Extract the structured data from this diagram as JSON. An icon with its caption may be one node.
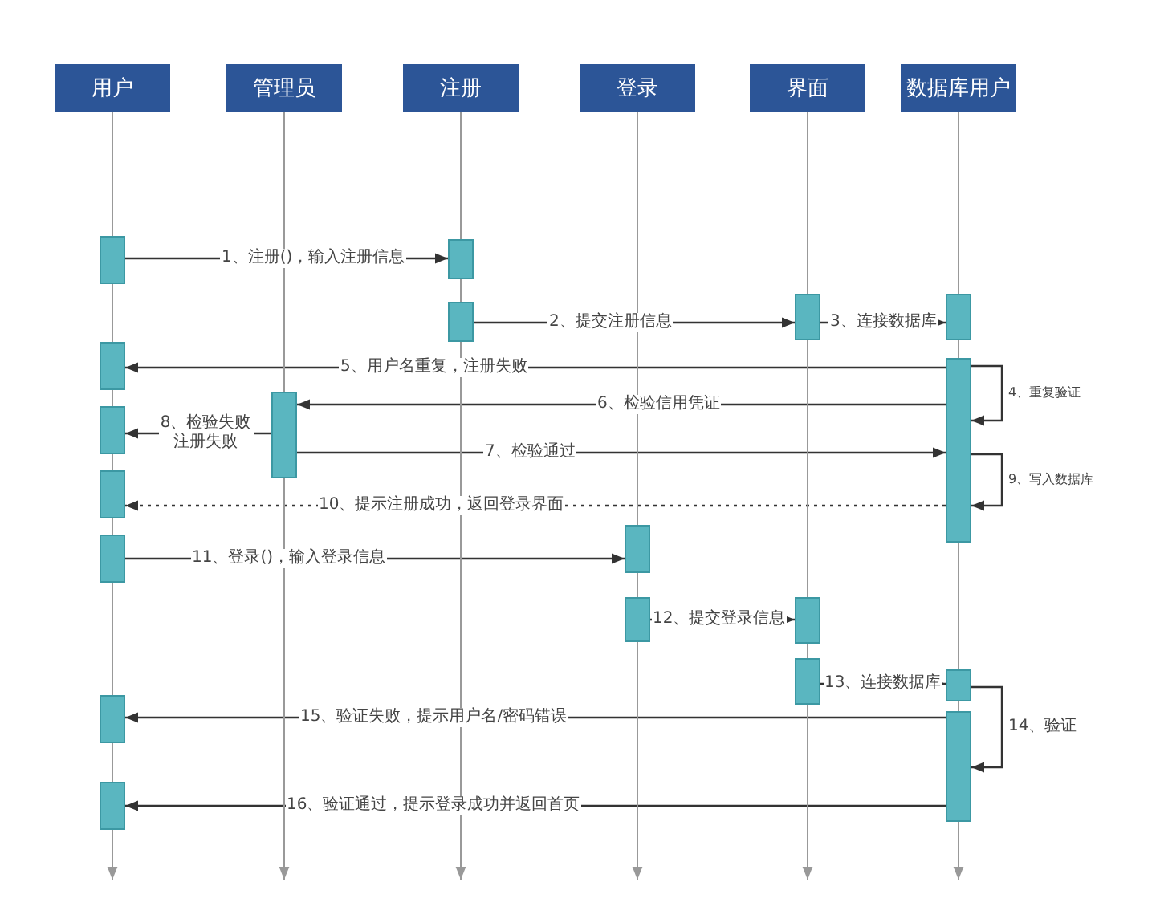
{
  "diagram": {
    "nodes": [
      {
        "text": [
          "用户"
        ]
      },
      {
        "text": [
          "管理员"
        ]
      },
      {
        "text": [
          "注册"
        ]
      },
      {
        "text": [
          "登录"
        ]
      },
      {
        "text": [
          "界面"
        ]
      },
      {
        "text": [
          "数据库用户"
        ]
      },
      {
        "text": [],
        "shape": "bar"
      },
      {
        "text": [],
        "shape": "bar"
      },
      {
        "text": [],
        "shape": "bar"
      },
      {
        "text": [],
        "shape": "bar"
      },
      {
        "text": [],
        "shape": "bar"
      },
      {
        "text": [],
        "shape": "bar"
      },
      {
        "text": [],
        "shape": "bar"
      },
      {
        "text": [],
        "shape": "bar"
      },
      {
        "text": [],
        "shape": "bar"
      },
      {
        "text": [],
        "shape": "bar"
      },
      {
        "text": [],
        "shape": "bar"
      },
      {
        "text": [],
        "shape": "bar"
      },
      {
        "text": [],
        "shape": "bar"
      },
      {
        "text": [],
        "shape": "bar"
      },
      {
        "text": [],
        "shape": "bar"
      },
      {
        "text": [],
        "shape": "bar"
      },
      {
        "text": [],
        "shape": "bar"
      },
      {
        "text": [],
        "shape": "bar"
      },
      {
        "text": [],
        "shape": "bar"
      }
    ],
    "edges": [
      {
        "from": 6,
        "to": 7,
        "arrow": "to",
        "label": "1、注册()，输入注册信息"
      },
      {
        "from": 8,
        "to": 9,
        "arrow": "to",
        "label": "2、提交注册信息"
      },
      {
        "from": 9,
        "to": 10,
        "arrow": "to",
        "label": "3、连接数据库"
      },
      {
        "from": 12,
        "to": 12,
        "arrow": "to",
        "label": "4、重复验证"
      },
      {
        "from": 12,
        "to": 11,
        "arrow": "to",
        "label": "5、用户名重复，注册失败"
      },
      {
        "from": 12,
        "to": 13,
        "arrow": "to",
        "label": "6、检验信用凭证"
      },
      {
        "from": 13,
        "to": 12,
        "arrow": "to",
        "label": "7、检验通过"
      },
      {
        "from": 13,
        "to": 14,
        "arrow": "to",
        "label": "8、检验失败注册失败"
      },
      {
        "from": 12,
        "to": 12,
        "arrow": "to",
        "label": "9、写入数据库"
      },
      {
        "from": 12,
        "to": 15,
        "arrow": "to",
        "label": "10、提示注册成功，返回登录界面",
        "style": "dashed"
      },
      {
        "from": 17,
        "to": 16,
        "arrow": "to",
        "label": "11、登录()，输入登录信息"
      },
      {
        "from": 18,
        "to": 19,
        "arrow": "to",
        "label": "12、提交登录信息"
      },
      {
        "from": 20,
        "to": 21,
        "arrow": "to",
        "label": "13、连接数据库"
      },
      {
        "from": 21,
        "to": 23,
        "arrow": "to",
        "label": "14、验证"
      },
      {
        "from": 23,
        "to": 22,
        "arrow": "to",
        "label": "15、验证失败，提示用户名/密码错误"
      },
      {
        "from": 23,
        "to": 24,
        "arrow": "to",
        "label": "16、验证通过，提示登录成功并返回首页"
      },
      {
        "from": 0,
        "to": null,
        "arrow": "to",
        "color": "#999999"
      },
      {
        "from": 1,
        "to": null,
        "arrow": "to",
        "color": "#999999"
      },
      {
        "from": 2,
        "to": null,
        "arrow": "to",
        "color": "#999999"
      },
      {
        "from": 3,
        "to": null,
        "arrow": "to",
        "color": "#999999"
      },
      {
        "from": 4,
        "to": null,
        "arrow": "to",
        "color": "#999999"
      },
      {
        "from": 5,
        "to": null,
        "arrow": "to",
        "color": "#999999"
      }
    ]
  }
}
